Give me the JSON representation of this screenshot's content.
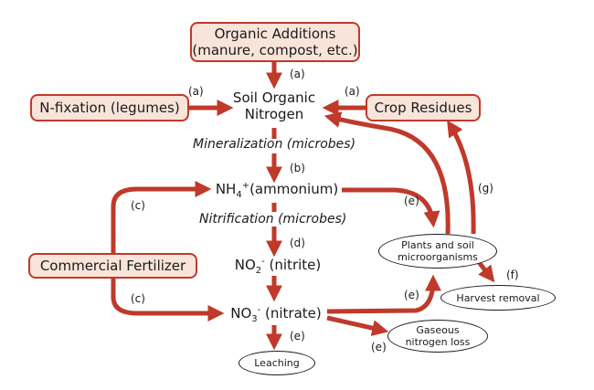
{
  "colors": {
    "arrow": "#c0392b",
    "box_fill": "#f9e4da",
    "box_border": "#c0392b"
  },
  "nodes": {
    "organic_additions": {
      "line1": "Organic Additions",
      "line2": "(manure, compost, etc.)"
    },
    "n_fixation": "N-fixation (legumes)",
    "crop_residues": "Crop Residues",
    "soil_organic_nitrogen": {
      "line1": "Soil Organic",
      "line2": "Nitrogen"
    },
    "ammonium": {
      "base": "NH",
      "sub": "4",
      "sup": "+",
      "rest": "(ammonium)"
    },
    "nitrite": {
      "base": "NO",
      "sub": "2",
      "sup": "-",
      "rest": " (nitrite)"
    },
    "nitrate": {
      "base": "NO",
      "sub": "3",
      "sup": "-",
      "rest": " (nitrate)"
    },
    "commercial_fertilizer": "Commercial Fertilizer",
    "plants": {
      "line1": "Plants and soil",
      "line2": "microorganisms"
    },
    "harvest_removal": "Harvest removal",
    "gaseous_loss": {
      "line1": "Gaseous",
      "line2": "nitrogen loss"
    },
    "leaching": "Leaching"
  },
  "processes": {
    "mineralization": "Mineralization (microbes)",
    "nitrification": "Nitrification (microbes)"
  },
  "labels": {
    "a": "(a)",
    "b": "(b)",
    "c": "(c)",
    "d": "(d)",
    "e": "(e)",
    "f": "(f)",
    "g": "(g)"
  }
}
